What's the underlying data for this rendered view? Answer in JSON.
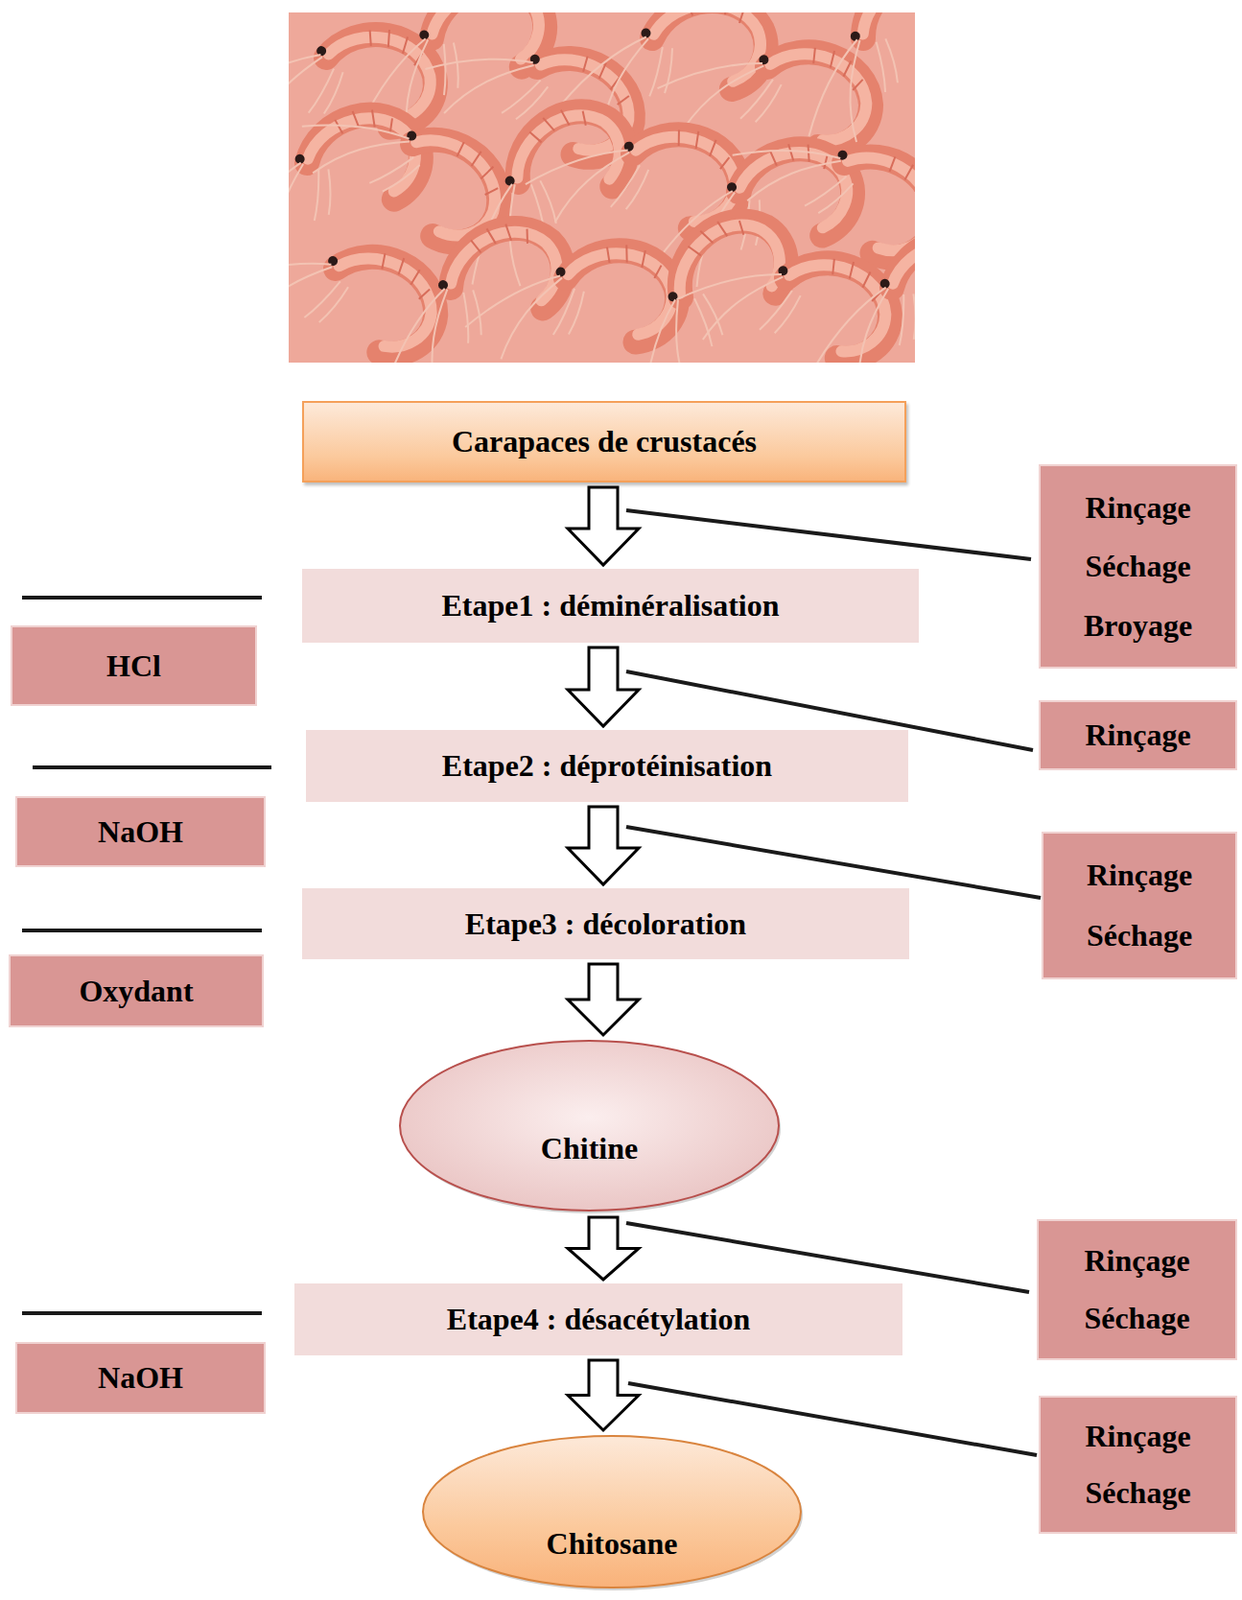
{
  "diagram": {
    "nodes": [
      {
        "text": [
          "Carapaces de crustacés"
        ]
      },
      {
        "text": [
          "Rinçage",
          "Séchage",
          "Broyage"
        ]
      },
      {
        "text": [
          "Etape1 : déminéralisation"
        ]
      },
      {
        "text": [
          "HCl"
        ]
      },
      {
        "text": [
          "Rinçage"
        ]
      },
      {
        "text": [
          "Etape2 : déprotéinisation"
        ]
      },
      {
        "text": [
          "NaOH"
        ]
      },
      {
        "text": [
          "Rinçage",
          "Séchage"
        ]
      },
      {
        "text": [
          "Etape3 : décoloration"
        ]
      },
      {
        "text": [
          "Oxydant"
        ]
      },
      {
        "text": [
          "Chitine"
        ]
      },
      {
        "text": [
          "Rinçage",
          "Séchage"
        ]
      },
      {
        "text": [
          "Etape4 : désacétylation"
        ]
      },
      {
        "text": [
          "NaOH"
        ]
      },
      {
        "text": [
          "Rinçage",
          "Séchage"
        ]
      },
      {
        "text": [
          "Chitosane"
        ]
      }
    ],
    "edges": [
      {
        "from": 0,
        "to": 2,
        "arrow": "to"
      },
      {
        "from": 2,
        "to": 5,
        "arrow": "to"
      },
      {
        "from": 5,
        "to": 8,
        "arrow": "to"
      },
      {
        "from": 8,
        "to": 10,
        "arrow": "to"
      },
      {
        "from": 10,
        "to": 12,
        "arrow": "to"
      },
      {
        "from": 12,
        "to": 15,
        "arrow": "to"
      }
    ]
  }
}
